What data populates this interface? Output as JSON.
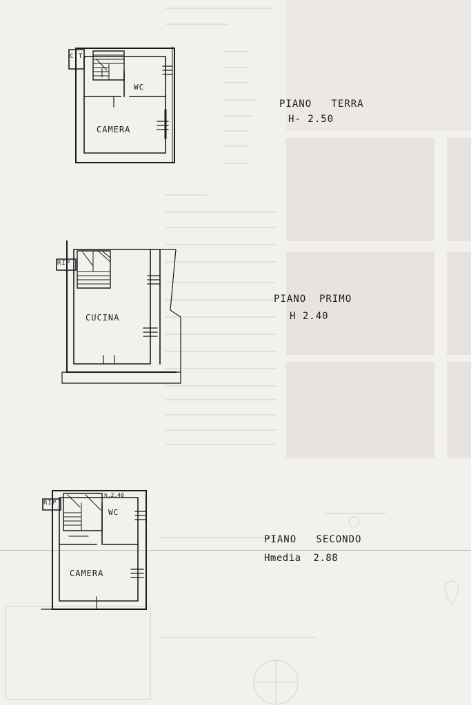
{
  "floors": [
    {
      "title": "PIANO   TERRA",
      "height": "H- 2.50",
      "rooms": {
        "ct": "C.T.",
        "wc": "WC",
        "camera": "CAMERA"
      }
    },
    {
      "title": "PIANO  PRIMO",
      "height": "H 2.40",
      "rooms": {
        "rip": "RIP",
        "cucina": "CUCINA"
      }
    },
    {
      "title": "PIANO   SECONDO",
      "height": "Hmedia  2.88",
      "rooms": {
        "rip": "RIP",
        "h_note": "h.2.40",
        "wc": "WC",
        "camera": "CAMERA"
      }
    }
  ],
  "colors": {
    "paper": "#f3f1ee",
    "ink": "#1a1a1a",
    "ghost": "#cfcbc5"
  }
}
